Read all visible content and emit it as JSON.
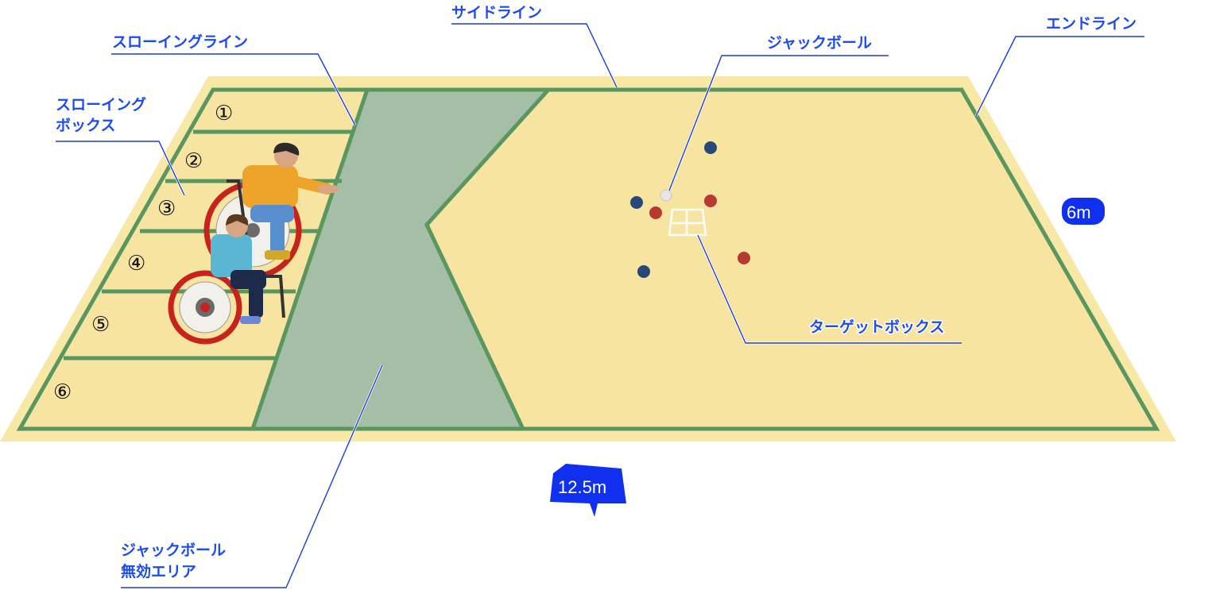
{
  "labels": {
    "side_line": "サイドライン",
    "throwing_line": "スローイングライン",
    "jack_ball": "ジャックボール",
    "end_line": "エンドライン",
    "throwing_box_1": "スローイング",
    "throwing_box_2": "ボックス",
    "target_box": "ターゲットボックス",
    "jack_dead_1": "ジャックボール",
    "jack_dead_2": "無効エリア"
  },
  "box_numbers": [
    "①",
    "②",
    "③",
    "④",
    "⑤",
    "⑥"
  ],
  "dimensions": {
    "width": "6m",
    "length": "12.5m"
  },
  "colors": {
    "court_outer": "#f8e8a6",
    "court_inner": "#f6e4a0",
    "line_green": "#5a9760",
    "dead_area": "#a5bfa6",
    "label_blue": "#1a4cf0",
    "badge_blue": "#1030f0",
    "ball_red": "#b83a2e",
    "ball_blue": "#27497a",
    "jack_white": "#e6e6e6"
  }
}
